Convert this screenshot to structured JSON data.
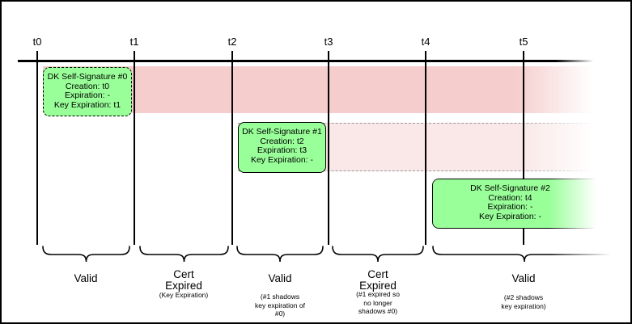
{
  "colors": {
    "sig-green": "#99ff99",
    "band-red": "#f5cdcd",
    "band-pink": "#fae7e7",
    "band-pink-border": "#999999"
  },
  "timeline": {
    "ticks": [
      "t0",
      "t1",
      "t2",
      "t3",
      "t4",
      "t5"
    ]
  },
  "signatures": [
    {
      "title": "DK Self-Signature #0",
      "creation": "Creation: t0",
      "expiration": "Expiration: -",
      "key_expiration": "Key Expiration: t1"
    },
    {
      "title": "DK Self-Signature #1",
      "creation": "Creation: t2",
      "expiration": "Expiration: t3",
      "key_expiration": "Key Expiration: -"
    },
    {
      "title": "DK Self-Signature #2",
      "creation": "Creation: t4",
      "expiration": "Expiration: -",
      "key_expiration": "Key Expiration: -"
    }
  ],
  "sections": [
    {
      "label_lines": [
        "Valid"
      ],
      "note_lines": []
    },
    {
      "label_lines": [
        "Cert",
        "Expired"
      ],
      "note_lines": [
        "(Key Expiration)"
      ]
    },
    {
      "label_lines": [
        "Valid"
      ],
      "note_lines": [
        "(#1 shadows",
        "key expiration of",
        "#0)"
      ]
    },
    {
      "label_lines": [
        "Cert",
        "Expired"
      ],
      "note_lines": [
        "(#1 expired so",
        "no longer",
        "shadows #0)"
      ]
    },
    {
      "label_lines": [
        "Valid"
      ],
      "note_lines": [
        "(#2 shadows",
        "key expiration)"
      ]
    }
  ]
}
